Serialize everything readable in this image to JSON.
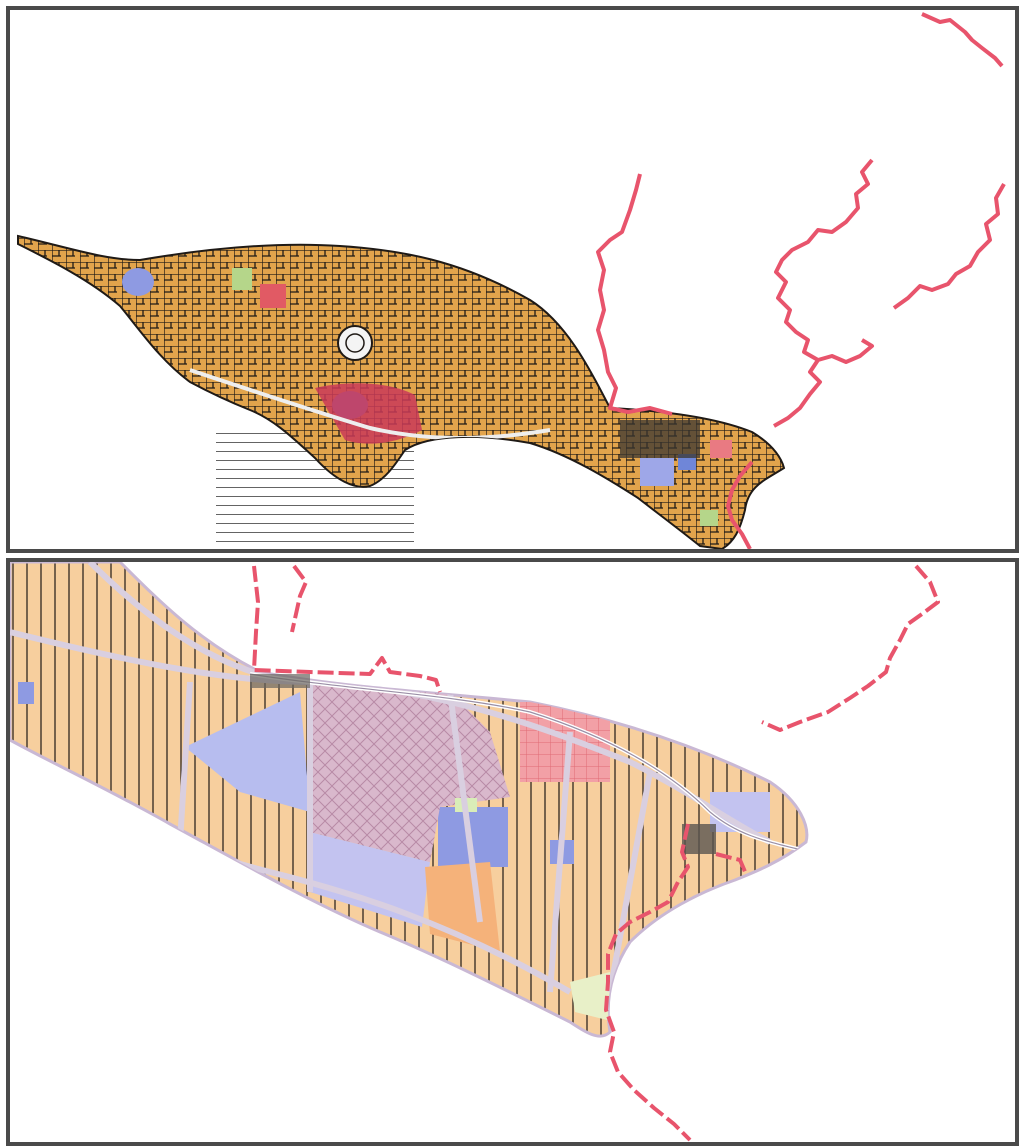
{
  "figure": {
    "panels": [
      {
        "id": "existing-land-use",
        "style": "dense-parcels"
      },
      {
        "id": "proposed-land-use",
        "style": "planned-zones"
      }
    ],
    "colors": {
      "frame": "#4a4a4a",
      "boundary": "#e8546c",
      "residential_existing": "#e2a44c",
      "residential_planned": "#f7cf9e",
      "public_use": "#8e9ae2",
      "commercial": "#e97a82",
      "green": "#b5d68a",
      "road": "#d9cfe0",
      "parcel_line": "#1f1a16"
    }
  }
}
